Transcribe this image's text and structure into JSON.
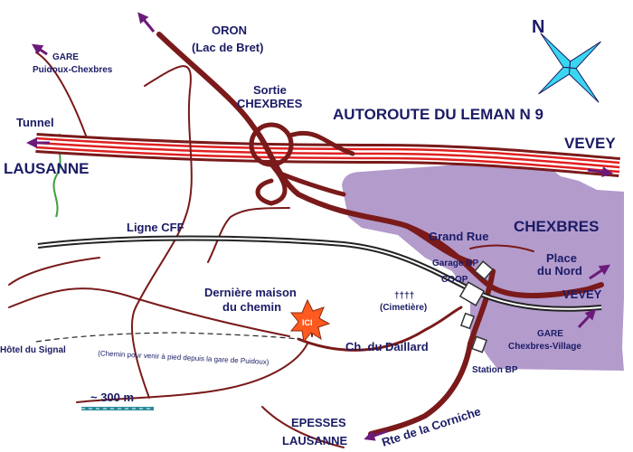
{
  "map": {
    "labels": {
      "oron": "ORON",
      "lac_de_bret": "(Lac de Bret)",
      "gare_puidoux_1": "GARE",
      "gare_puidoux_2": "Puidoux-Chexbres",
      "sortie_1": "Sortie",
      "sortie_2": "CHEXBRES",
      "autoroute": "AUTOROUTE DU LEMAN N 9",
      "tunnel": "Tunnel",
      "lausanne_west": "LAUSANNE",
      "vevey_autoroute": "VEVEY",
      "chexbres": "CHEXBRES",
      "ligne_cff": "Ligne CFF",
      "grand_rue": "Grand Rue",
      "place_du_nord_1": "Place",
      "place_du_nord_2": "du Nord",
      "garage_bp": "Garage BP",
      "coop": "COOP",
      "vevey_east": "VEVEY",
      "derniere_maison_1": "Dernière maison",
      "derniere_maison_2": "du chemin",
      "crosses": "††††",
      "cimetiere": "(Cimetière)",
      "ici": "ICI",
      "hotel_du_signal": "Hôtel du Signal",
      "chemin_note": "(Chemin pour venir à pied depuis la gare de Puidoux)",
      "ch_du_daillard": "Ch. du Daillard",
      "gare_chexbres_1": "GARE",
      "gare_chexbres_2": "Chexbres-Village",
      "station_bp": "Station BP",
      "scale": "~ 300 m",
      "epesses": "EPESSES",
      "lausanne_south": "LAUSANNE",
      "rte_corniche": "Rte de la Corniche",
      "compass_n": "N"
    },
    "colors": {
      "road": "#7a1a1a",
      "town_area": "#b39bcc",
      "motorway_red": "#e02020",
      "arrow": "#6b1a7a",
      "tunnel": "#3aa03a",
      "compass": "#3ad6f0",
      "ici_star": "#ff5a1f",
      "scale_bar": "#2a8a9a",
      "text": "#1b1b66"
    },
    "icons": {
      "compass": "compass-rose-icon",
      "here_marker": "star-burst-icon"
    }
  }
}
